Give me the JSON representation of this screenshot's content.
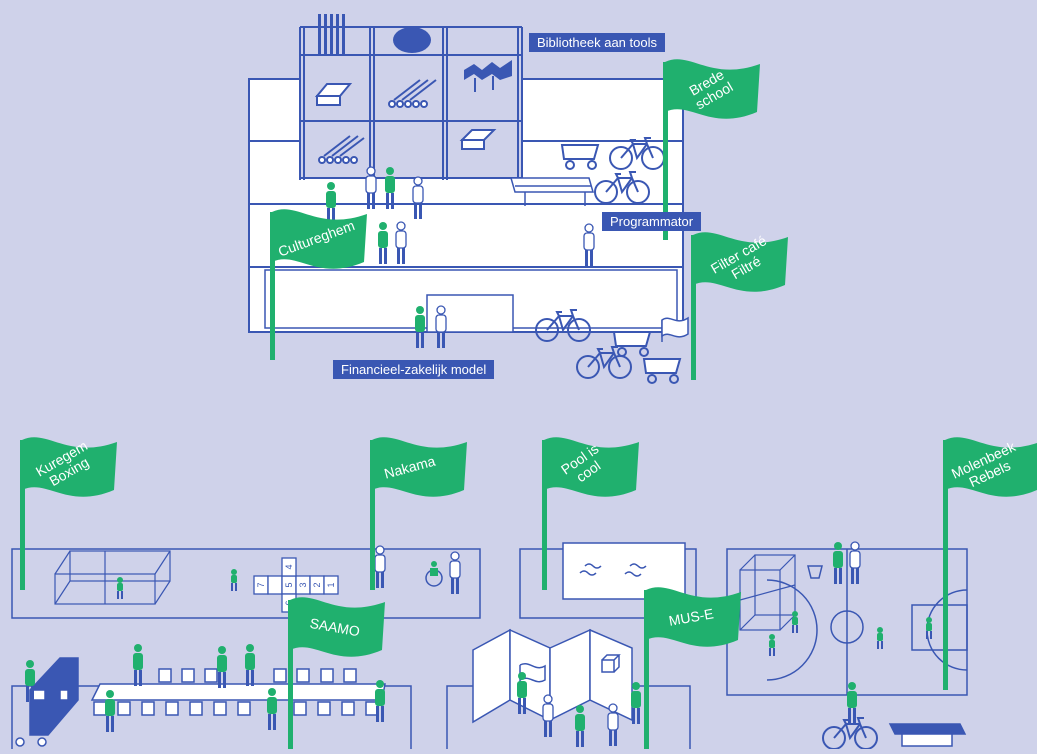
{
  "colors": {
    "background": "#cfd2ea",
    "line": "#3a57b3",
    "flag": "#20b06e",
    "white": "#ffffff"
  },
  "labels": {
    "tools_library": "Bibliotheek aan tools",
    "programmer": "Programmator",
    "financial_model": "Financieel-zakelijk model"
  },
  "flags": {
    "brede_school": [
      "Brede",
      "school"
    ],
    "filter_cafe": [
      "Filter café",
      "Filtré"
    ],
    "cultureghem": [
      "Cultureghem"
    ],
    "kuregem_boxing": [
      "Kuregem",
      "Boxing"
    ],
    "nakama": [
      "Nakama"
    ],
    "pool_is_cool": [
      "Pool is",
      "cool"
    ],
    "molenbeek_rebels": [
      "Molenbeek",
      "Rebels"
    ],
    "saamo": [
      "SAAMO"
    ],
    "mus_e": [
      "MUS-E"
    ]
  },
  "hopscotch": [
    "1",
    "2",
    "3",
    "4",
    "5",
    "6",
    "7"
  ],
  "icons": [
    "bicycle-icon",
    "cargo-bike-icon",
    "person-icon",
    "basketball-hoop-icon",
    "table-icon",
    "chair-icon",
    "tool-icon",
    "flag-icon"
  ]
}
